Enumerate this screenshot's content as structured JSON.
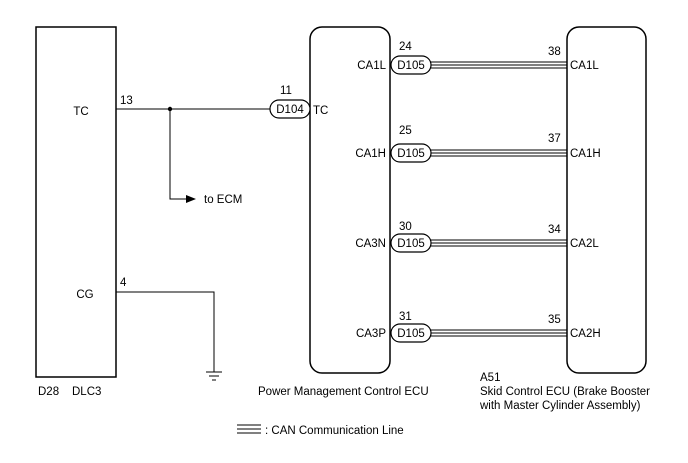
{
  "dlc3": {
    "code": "D28",
    "name": "DLC3",
    "pins": {
      "tc": {
        "label": "TC",
        "number": "13"
      },
      "cg": {
        "label": "CG",
        "number": "4"
      }
    }
  },
  "ecm_ref": {
    "label": "to ECM"
  },
  "pm_ecu": {
    "name": "Power Management Control ECU",
    "tc_pin": {
      "label": "TC",
      "number": "11",
      "connector": "D104"
    },
    "can_pins": [
      {
        "label": "CA1L",
        "number": "24",
        "connector": "D105"
      },
      {
        "label": "CA1H",
        "number": "25",
        "connector": "D105"
      },
      {
        "label": "CA3N",
        "number": "30",
        "connector": "D105"
      },
      {
        "label": "CA3P",
        "number": "31",
        "connector": "D105"
      }
    ]
  },
  "skid_ecu": {
    "code": "A51",
    "name_line1": "Skid Control ECU (Brake Booster",
    "name_line2": "with Master Cylinder Assembly)",
    "can_pins": [
      {
        "label": "CA1L",
        "number": "38"
      },
      {
        "label": "CA1H",
        "number": "37"
      },
      {
        "label": "CA2L",
        "number": "34"
      },
      {
        "label": "CA2H",
        "number": "35"
      }
    ]
  },
  "legend": {
    "label": ": CAN Communication Line"
  }
}
